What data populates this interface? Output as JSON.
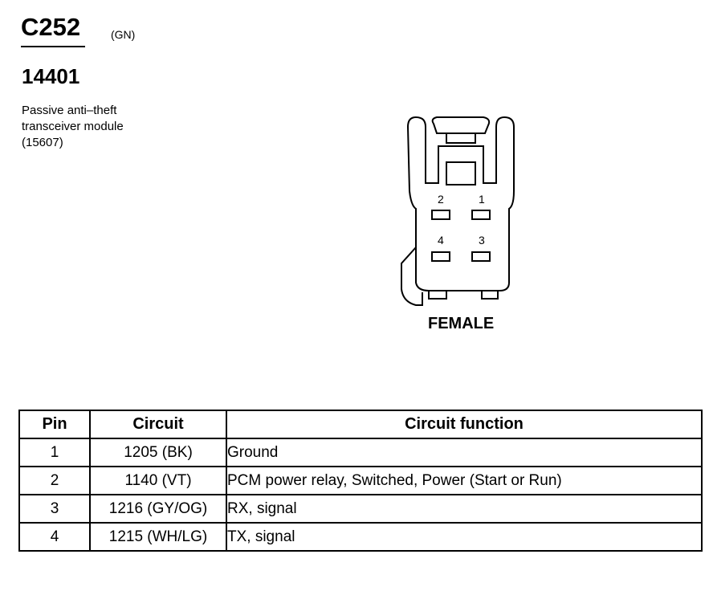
{
  "connector": {
    "id": "C252",
    "color_code": "(GN)",
    "part_number": "14401",
    "description_lines": [
      "Passive anti–theft",
      "transceiver module",
      "(15607)"
    ],
    "gender": "FEMALE",
    "pin_labels": [
      "2",
      "1",
      "4",
      "3"
    ]
  },
  "table": {
    "headers": {
      "pin": "Pin",
      "circuit": "Circuit",
      "function": "Circuit function"
    },
    "rows": [
      {
        "pin": "1",
        "circuit": "1205 (BK)",
        "function": "Ground"
      },
      {
        "pin": "2",
        "circuit": "1140 (VT)",
        "function": "PCM power relay, Switched, Power (Start or Run)"
      },
      {
        "pin": "3",
        "circuit": "1216 (GY/OG)",
        "function": "RX, signal"
      },
      {
        "pin": "4",
        "circuit": "1215 (WH/LG)",
        "function": "TX, signal"
      }
    ]
  }
}
